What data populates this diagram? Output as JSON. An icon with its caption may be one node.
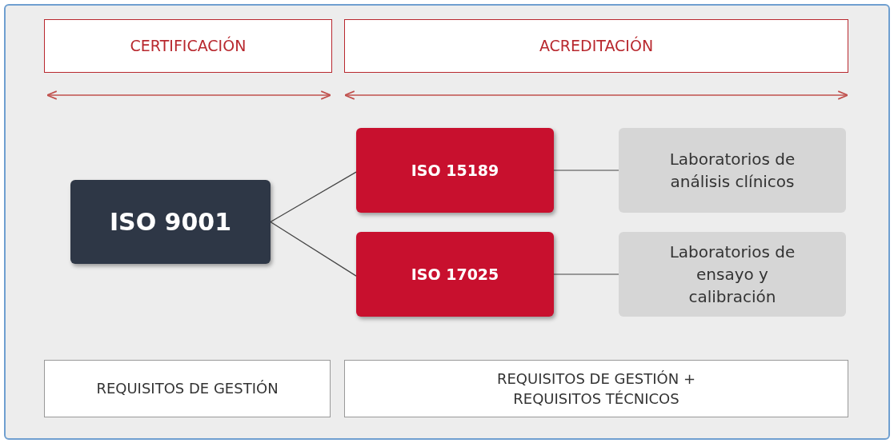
{
  "diagram": {
    "nodes": [
      {
        "text": [
          "CERTIFICACIÓN"
        ]
      },
      {
        "text": [
          "ACREDITACIÓN"
        ]
      },
      {
        "text": [
          "ISO 9001"
        ]
      },
      {
        "text": [
          "ISO 15189"
        ]
      },
      {
        "text": [
          "Laboratorios de análisis clínicos"
        ]
      },
      {
        "text": [
          "ISO 17025"
        ]
      },
      {
        "text": [
          "Laboratorios de ensayo y calibración"
        ]
      },
      {
        "text": [
          "REQUISITOS DE GESTIÓN"
        ]
      },
      {
        "text": [
          "REQUISITOS DE GESTIÓN + REQUISITOS TÉCNICOS"
        ]
      }
    ],
    "edges": [
      {
        "from": 2,
        "to": 3,
        "arrow": "none"
      },
      {
        "from": 2,
        "to": 5,
        "arrow": "none"
      },
      {
        "from": 3,
        "to": 4,
        "arrow": "none"
      },
      {
        "from": 5,
        "to": 6,
        "arrow": "none"
      }
    ]
  }
}
